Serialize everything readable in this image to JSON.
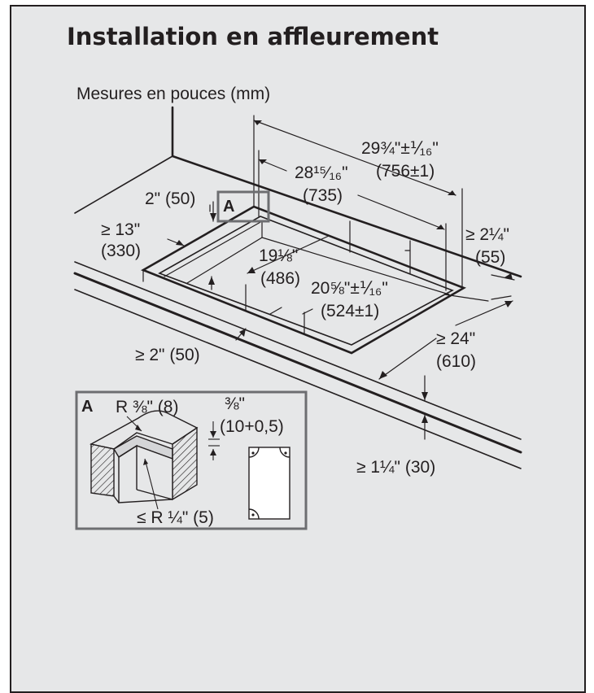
{
  "page": {
    "title": "Installation en affleurement",
    "units_note": "Mesures en pouces (mm)"
  },
  "dimensions": {
    "overall_width_in": "29¾\"±⅟₁₆\"",
    "overall_width_mm": "(756±1)",
    "cutout_width_in": "28¹⁵⁄₁₆\"",
    "cutout_width_mm": "(735)",
    "rebate_in": "2\" (50)",
    "side_clear_in": "≥ 13\"",
    "side_clear_mm": "(330)",
    "back_clear_in": "≥ 2¼\"",
    "back_clear_mm": "(55)",
    "cutout_depth_in": "19⅛\"",
    "cutout_depth_mm": "(486)",
    "overall_depth_in": "20⅝\"±⅟₁₆\"",
    "overall_depth_mm": "(524±1)",
    "front_clear": "≥ 2\" (50)",
    "counter_depth_in": "≥ 24\"",
    "counter_depth_mm": "(610)",
    "counter_thickness": "≥ 1¼\" (30)"
  },
  "detail": {
    "label": "A",
    "corner_radius": "R ⅜\" (8)",
    "rebate_height_in": "⅜\"",
    "rebate_height_mm": "(10+0,5)",
    "inner_radius": "≤ R ¼\" (5)"
  }
}
